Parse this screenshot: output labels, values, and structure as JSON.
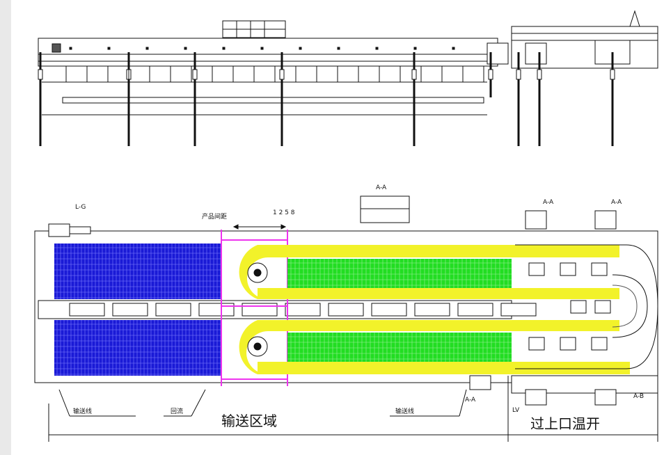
{
  "drawing": {
    "section_label": "A-A",
    "label_conveyor_left": "L-G",
    "label_dim_mid": "产品间距",
    "label_dim_right": "1 2 5 8",
    "label_motor_a": "A-A",
    "label_motor_b": "A-A",
    "label_bottom_left": "输送线",
    "label_bottom_mid": "回流",
    "label_bottom_right": "输送线",
    "label_bottom_far": "A-A",
    "label_far_right": "LV",
    "label_far_right_2": "A-B",
    "zone_left": "输送区域",
    "zone_right": "过上口温开",
    "colors": {
      "line": "#111111",
      "belt_blue": "#1a1ad6",
      "belt_green": "#22dd22",
      "guide_yellow": "#f2f22a",
      "magenta": "#ee33ee",
      "frame_fill": "#ffffff"
    }
  }
}
